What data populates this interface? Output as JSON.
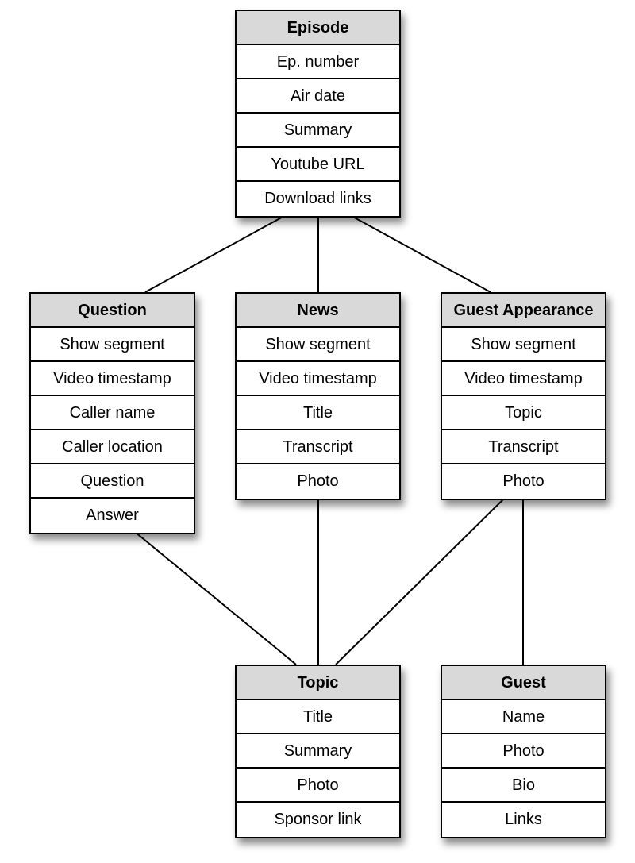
{
  "entities": {
    "episode": {
      "title": "Episode",
      "fields": [
        "Ep. number",
        "Air date",
        "Summary",
        "Youtube URL",
        "Download links"
      ]
    },
    "question": {
      "title": "Question",
      "fields": [
        "Show segment",
        "Video timestamp",
        "Caller name",
        "Caller location",
        "Question",
        "Answer"
      ]
    },
    "news": {
      "title": "News",
      "fields": [
        "Show segment",
        "Video timestamp",
        "Title",
        "Transcript",
        "Photo"
      ]
    },
    "guest_appearance": {
      "title": "Guest Appearance",
      "fields": [
        "Show segment",
        "Video timestamp",
        "Topic",
        "Transcript",
        "Photo"
      ]
    },
    "topic": {
      "title": "Topic",
      "fields": [
        "Title",
        "Summary",
        "Photo",
        "Sponsor link"
      ]
    },
    "guest": {
      "title": "Guest",
      "fields": [
        "Name",
        "Photo",
        "Bio",
        "Links"
      ]
    }
  },
  "connections": [
    [
      "episode",
      "question"
    ],
    [
      "episode",
      "news"
    ],
    [
      "episode",
      "guest_appearance"
    ],
    [
      "question",
      "topic"
    ],
    [
      "news",
      "topic"
    ],
    [
      "guest_appearance",
      "topic"
    ],
    [
      "guest_appearance",
      "guest"
    ]
  ],
  "colors": {
    "header_fill": "#d9d9d9",
    "border": "#000000",
    "background": "#ffffff"
  }
}
